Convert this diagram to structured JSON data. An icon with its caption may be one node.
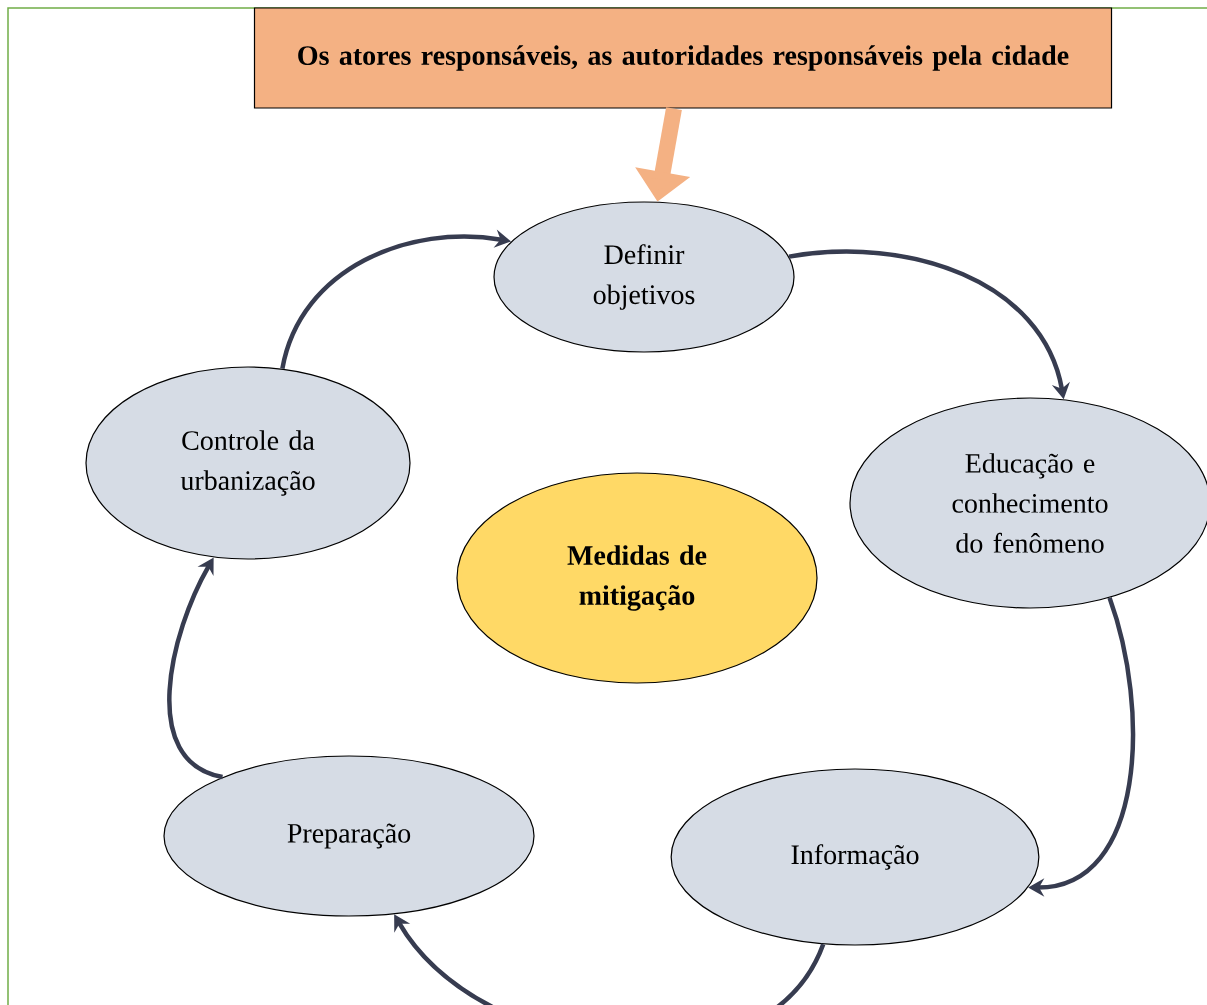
{
  "diagram": {
    "nodes": [
      {
        "text": [
          "Os atores responsáveis, as autoridades responsáveis pela cidade"
        ]
      },
      {
        "text": [
          "Definir objetivos"
        ]
      },
      {
        "text": [
          "Educação e conhecimento do fenômeno"
        ]
      },
      {
        "text": [
          "Informação"
        ]
      },
      {
        "text": [
          "Preparação"
        ]
      },
      {
        "text": [
          "Controle da urbanização"
        ]
      },
      {
        "text": [
          "Medidas de mitigação"
        ]
      }
    ],
    "edges": [
      {
        "from": 0,
        "to": 1,
        "arrow": "to",
        "style": "thick",
        "color": "#f4b183"
      },
      {
        "from": 1,
        "to": 2,
        "arrow": "to"
      },
      {
        "from": 2,
        "to": 3,
        "arrow": "to"
      },
      {
        "from": 3,
        "to": 4,
        "arrow": "to"
      },
      {
        "from": 4,
        "to": 5,
        "arrow": "to"
      },
      {
        "from": 5,
        "to": 1,
        "arrow": "to"
      }
    ]
  }
}
